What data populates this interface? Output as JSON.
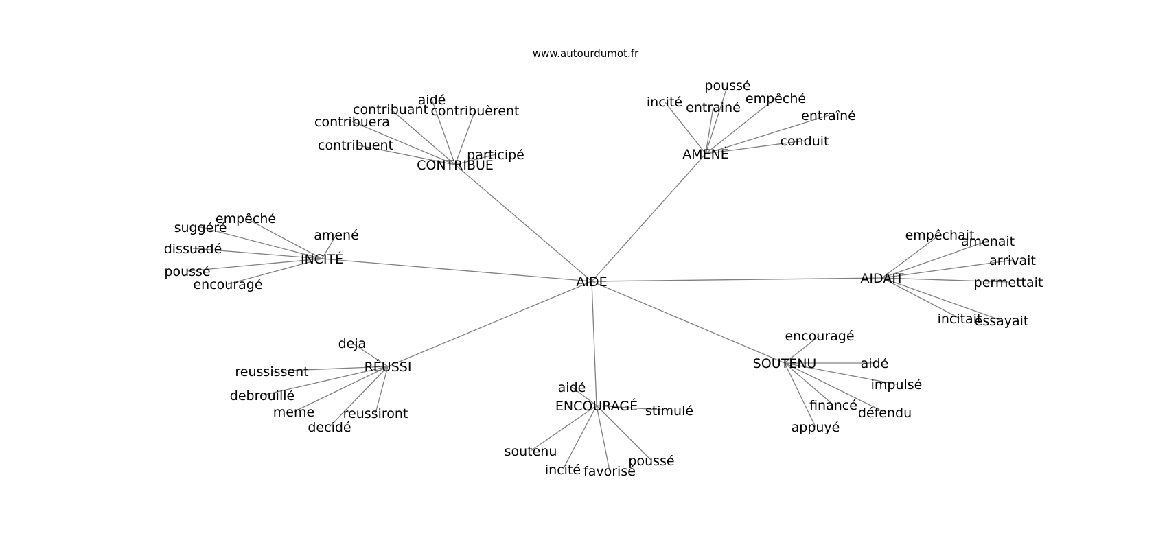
{
  "source": "www.autourdumot.fr",
  "root": "AIDE",
  "groups": [
    {
      "word": "CONTRIBUÉ",
      "neighbors": [
        "aidé",
        "contribuant",
        "contribuèrent",
        "contribuera",
        "contribuent",
        "participé"
      ]
    },
    {
      "word": "AMENÉ",
      "neighbors": [
        "incité",
        "poussé",
        "entrainé",
        "empêché",
        "entraîné",
        "conduit"
      ]
    },
    {
      "word": "INCITÉ",
      "neighbors": [
        "empêché",
        "suggéré",
        "amené",
        "dissuadé",
        "poussé",
        "encouragé"
      ]
    },
    {
      "word": "AIDAIT",
      "neighbors": [
        "empêchait",
        "amenait",
        "arrivait",
        "permettait",
        "incitait",
        "essayait"
      ]
    },
    {
      "word": "RÉUSSI",
      "neighbors": [
        "deja",
        "reussissent",
        "debrouillé",
        "meme",
        "reussiront",
        "decidé"
      ]
    },
    {
      "word": "ENCOURAGÉ",
      "neighbors": [
        "aidé",
        "stimulé",
        "soutenu",
        "incité",
        "favorisé",
        "poussé"
      ]
    },
    {
      "word": "SOUTENU",
      "neighbors": [
        "encouragé",
        "aidé",
        "impulsé",
        "financé",
        "défendu",
        "appuyé"
      ]
    }
  ]
}
